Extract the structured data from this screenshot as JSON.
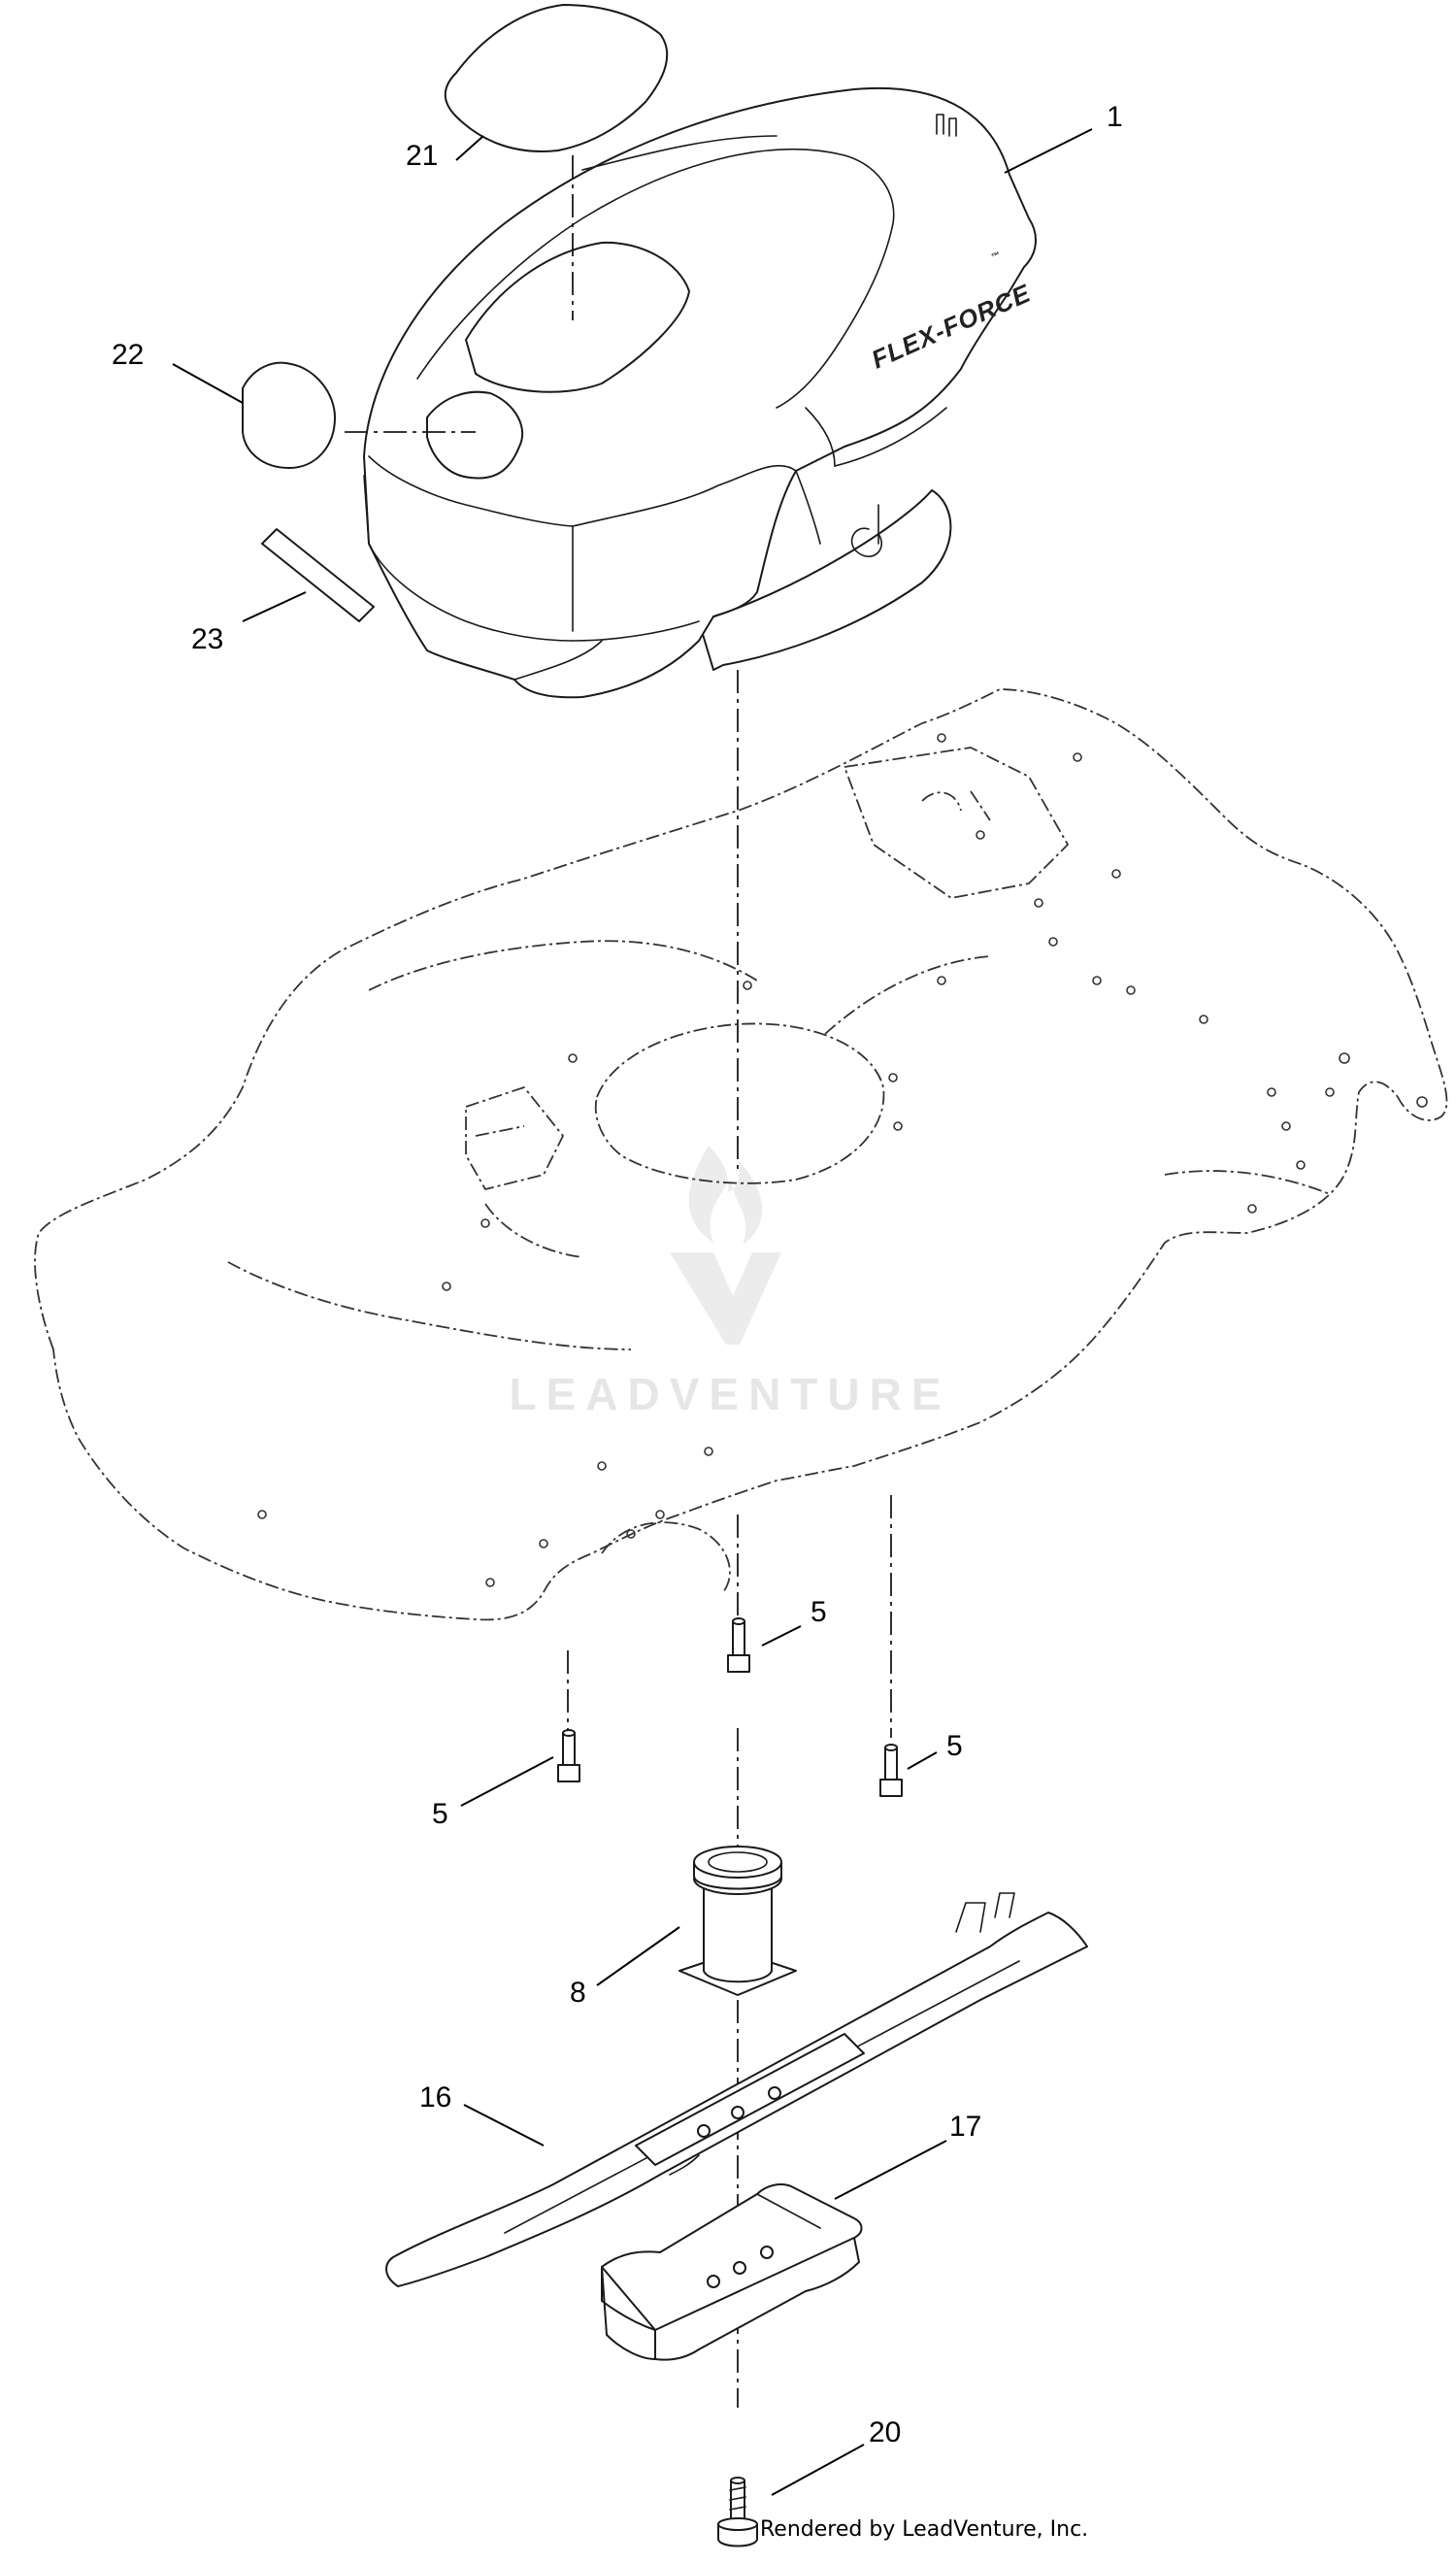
{
  "diagram": {
    "callouts": [
      "1",
      "21",
      "22",
      "23",
      "5",
      "5",
      "5",
      "8",
      "16",
      "17",
      "20"
    ],
    "brand_text": "FLEX-FORCE",
    "watermark_text": "LEADVENTURE",
    "credit": "Rendered by LeadVenture, Inc."
  },
  "colors": {
    "line": "#1a1a1a",
    "background": "#ffffff",
    "watermark": "#e6e6e6"
  }
}
